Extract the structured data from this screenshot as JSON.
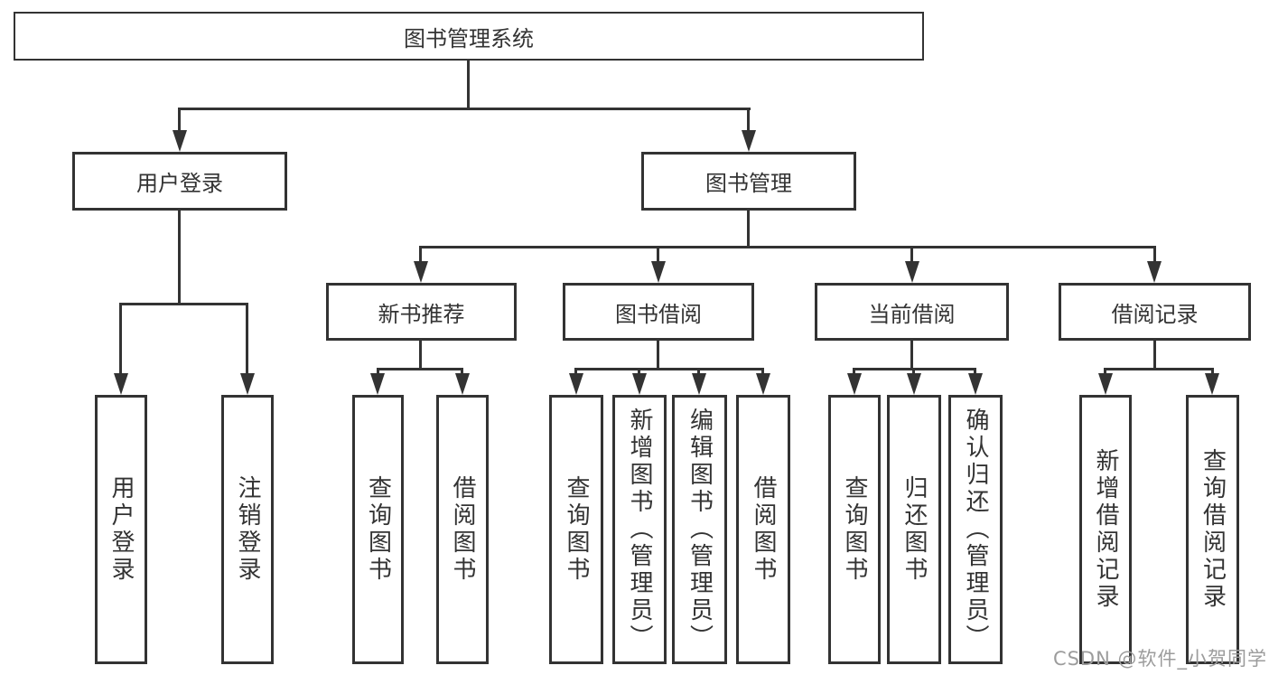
{
  "colors": {
    "line": "#333333",
    "text": "#333333",
    "background": "#ffffff",
    "watermark": "#9c9c9c"
  },
  "nodes": {
    "root": {
      "label": "图书管理系统"
    },
    "user_login": {
      "label": "用户登录"
    },
    "book_mgmt": {
      "label": "图书管理"
    },
    "new_book_rec": {
      "label": "新书推荐"
    },
    "book_borrow": {
      "label": "图书借阅"
    },
    "current_borrow": {
      "label": "当前借阅"
    },
    "borrow_records": {
      "label": "借阅记录"
    },
    "leaf_user_login": {
      "label": "用户登录"
    },
    "leaf_logout": {
      "label": "注销登录"
    },
    "nb_query_books": {
      "label": "查询图书"
    },
    "nb_borrow_books": {
      "label": "借阅图书"
    },
    "bb_query_books": {
      "label": "查询图书"
    },
    "bb_add_books": {
      "label": "新增图书（管理员）"
    },
    "bb_edit_books": {
      "label": "编辑图书（管理员）"
    },
    "bb_borrow_books": {
      "label": "借阅图书"
    },
    "cb_query_books": {
      "label": "查询图书"
    },
    "cb_return_books": {
      "label": "归还图书"
    },
    "cb_confirm_return": {
      "label": "确认归还（管理员）"
    },
    "br_add_record": {
      "label": "新增借阅记录"
    },
    "br_query_record": {
      "label": "查询借阅记录"
    }
  },
  "watermark": {
    "text": "CSDN @软件_小贺同学"
  }
}
